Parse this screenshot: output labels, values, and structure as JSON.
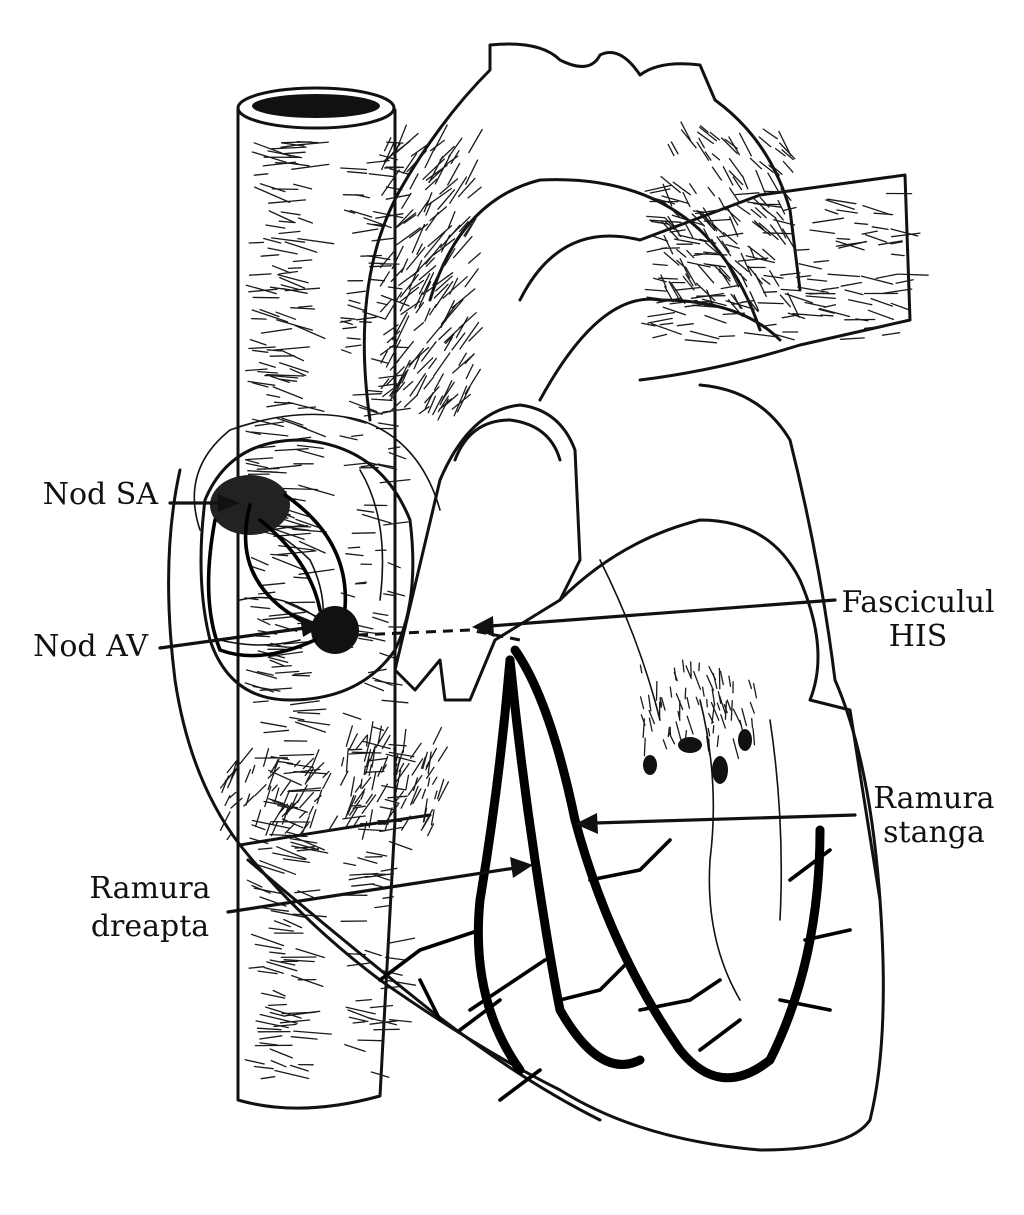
{
  "labels": {
    "sa_node": "Nod SA",
    "av_node": "Nod AV",
    "his_bundle_line1": "Fasciculul",
    "his_bundle_line2": "HIS",
    "left_branch_line1": "Ramura",
    "left_branch_line2": "stanga",
    "right_branch_line1": "Ramura",
    "right_branch_line2": "dreapta"
  },
  "colors": {
    "ink": "#111111",
    "background": "#ffffff"
  }
}
